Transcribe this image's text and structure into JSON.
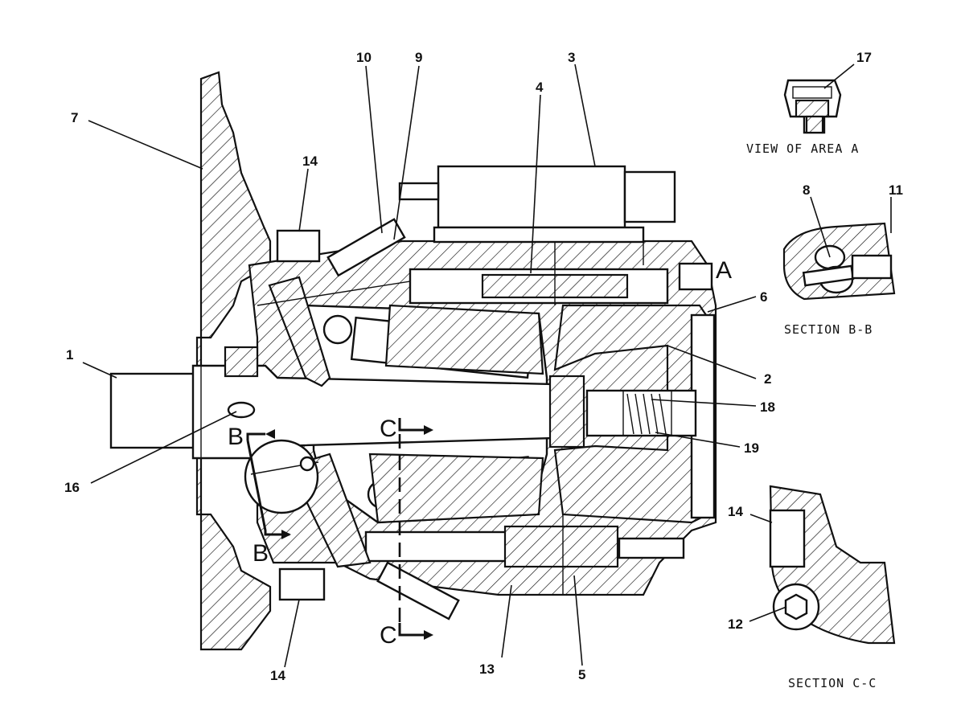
{
  "callouts": {
    "c1": "1",
    "c2": "2",
    "c3": "3",
    "c4": "4",
    "c5": "5",
    "c6": "6",
    "c7": "7",
    "c8": "8",
    "c9": "9",
    "c10": "10",
    "c11": "11",
    "c12": "12",
    "c13": "13",
    "c14a": "14",
    "c14b": "14",
    "c14c": "14",
    "c16": "16",
    "c17": "17",
    "c18": "18",
    "c19": "19"
  },
  "captions": {
    "view_area_a": "VIEW OF AREA A",
    "section_bb": "SECTION B-B",
    "section_cc": "SECTION C-C"
  },
  "section_marks": {
    "area_a": "A",
    "b_top": "B",
    "b_bottom": "B",
    "c_top": "C",
    "c_bottom": "C"
  }
}
